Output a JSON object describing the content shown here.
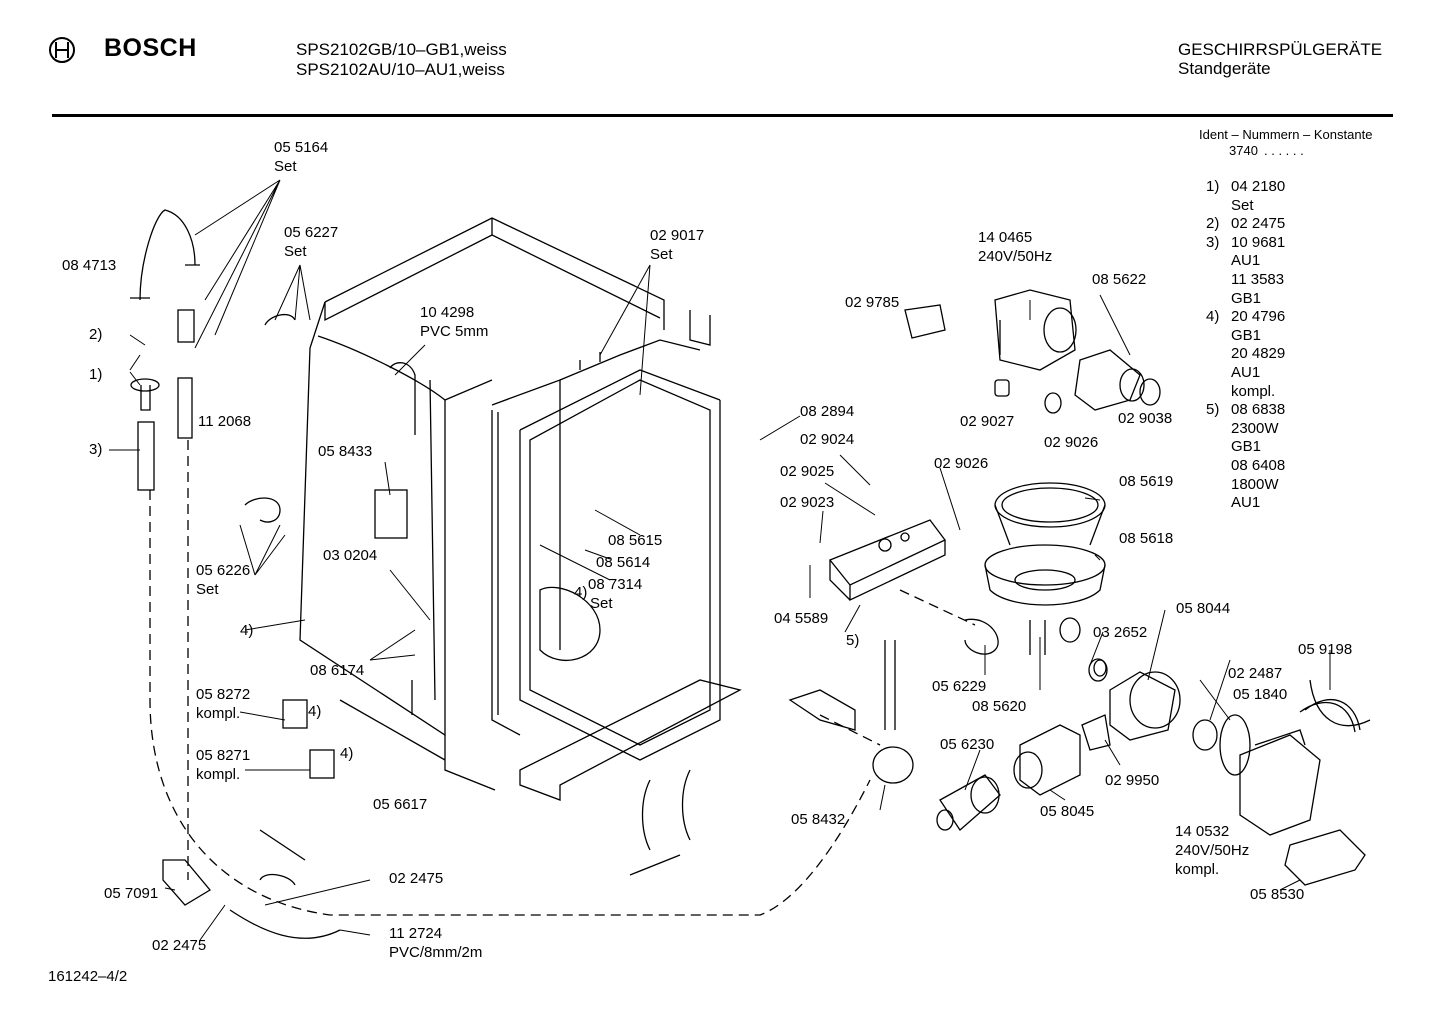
{
  "header": {
    "brand": "BOSCH",
    "model_line_1": "SPS2102GB/10–GB1,weiss",
    "model_line_2": "SPS2102AU/10–AU1,weiss",
    "category": "GESCHIRRSPÜLGERÄTE",
    "subcategory": "Standgeräte"
  },
  "ident": {
    "title": "Ident – Nummern – Konstante",
    "constant": "3740",
    "dots": ". . . . . .",
    "entries": [
      {
        "num": "1)",
        "text": "04 2180"
      },
      {
        "num": "",
        "text": "Set"
      },
      {
        "num": "2)",
        "text": "02 2475"
      },
      {
        "num": "3)",
        "text": "10 9681"
      },
      {
        "num": "",
        "text": "AU1"
      },
      {
        "num": "",
        "text": "11 3583"
      },
      {
        "num": "",
        "text": "GB1"
      },
      {
        "num": "4)",
        "text": "20 4796"
      },
      {
        "num": "",
        "text": "GB1"
      },
      {
        "num": "",
        "text": "20 4829"
      },
      {
        "num": "",
        "text": "AU1"
      },
      {
        "num": "",
        "text": "kompl."
      },
      {
        "num": "5)",
        "text": "08 6838"
      },
      {
        "num": "",
        "text": "2300W"
      },
      {
        "num": "",
        "text": "GB1"
      },
      {
        "num": "",
        "text": "08 6408"
      },
      {
        "num": "",
        "text": "1800W"
      },
      {
        "num": "",
        "text": "AU1"
      }
    ]
  },
  "labels": {
    "p055164": "05 5164",
    "p055164_set": "Set",
    "p084713": "08 4713",
    "n2": "2)",
    "n1": "1)",
    "n3": "3)",
    "p112068": "11 2068",
    "p056227": "05 6227",
    "p056227_set": "Set",
    "p104298": "10 4298",
    "p104298_sub": "PVC 5mm",
    "p058433": "05 8433",
    "p056226": "05 6226",
    "p056226_set": "Set",
    "n4a": "4)",
    "p030204": "03 0204",
    "p086174": "08 6174",
    "p058272": "05 8272",
    "p058272_sub": "kompl.",
    "n4b": "4)",
    "p058271": "05 8271",
    "p058271_sub": "kompl.",
    "n4c": "4)",
    "p056617": "05 6617",
    "p057091": "05 7091",
    "p022475a": "02 2475",
    "p022475b": "02 2475",
    "p112724": "11 2724",
    "p112724_sub": "PVC/8mm/2m",
    "p029017": "02 9017",
    "p029017_set": "Set",
    "p085615": "08 5615",
    "p085614": "08 5614",
    "p087314": "08 7314",
    "n4d": "4)",
    "p087314_set": "Set",
    "p082894": "08 2894",
    "p029024": "02 9024",
    "p029025": "02 9025",
    "p029023": "02 9023",
    "p045589": "04 5589",
    "n5": "5)",
    "p029785": "02 9785",
    "p140465": "14 0465",
    "p140465_sub": "240V/50Hz",
    "p085622": "08 5622",
    "p029027": "02 9027",
    "p029026a": "02 9026",
    "p029038": "02 9038",
    "p029026b": "02 9026",
    "p085619": "08 5619",
    "p085618": "08 5618",
    "p058044": "05 8044",
    "p032652": "03 2652",
    "p056229": "05 6229",
    "p085620": "08 5620",
    "p022487": "02 2487",
    "p051840": "05 1840",
    "p059198": "05 9198",
    "p056230": "05 6230",
    "p058432": "05 8432",
    "p058045": "05 8045",
    "p029950": "02 9950",
    "p140532": "14 0532",
    "p140532_sub": "240V/50Hz",
    "p140532_sub2": "kompl.",
    "p058530": "05 8530"
  },
  "footer": {
    "drawing_number": "161242–4/2"
  }
}
